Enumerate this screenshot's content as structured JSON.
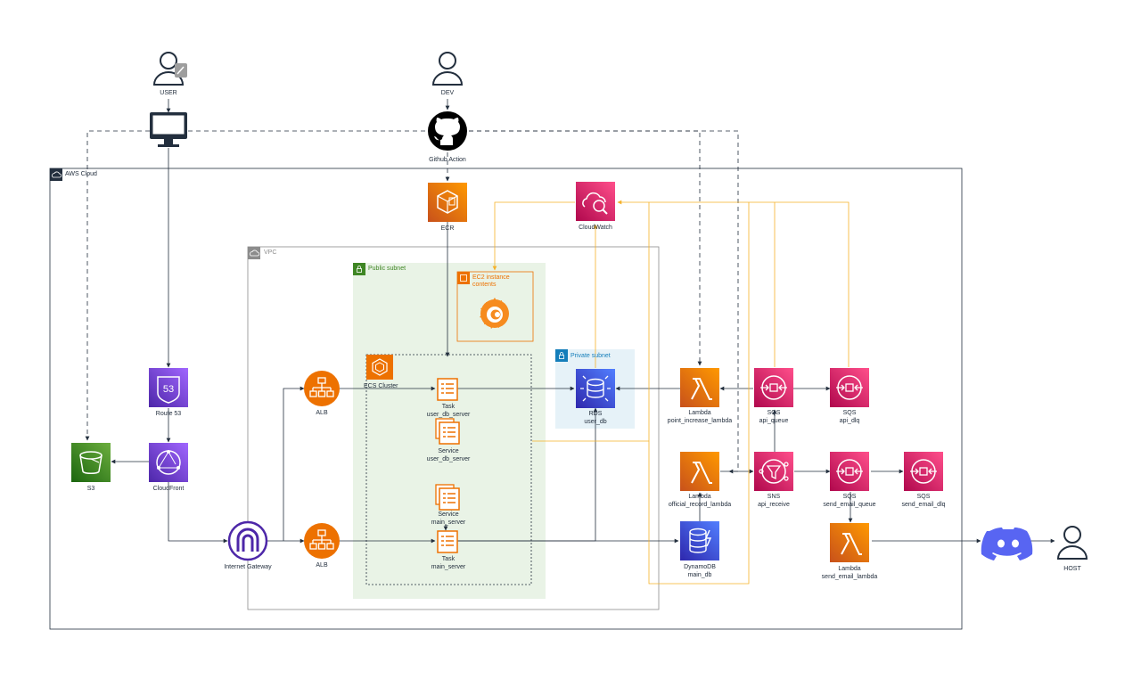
{
  "colors": {
    "compute": "#ed7100",
    "network": "#8c4fff",
    "storage": "#3f8624",
    "database": "#3b48cc",
    "app_integration": "#e7157b",
    "monitoring": "#e7157b",
    "orange_line": "#f5b229",
    "dark_line": "#232f3e",
    "public_subnet_fill": "#e9f3e6",
    "private_subnet_fill": "#e6f2f8",
    "discord": "#5865f2"
  },
  "groups": {
    "aws_cloud": "AWS Cloud",
    "vpc": "VPC",
    "public_subnet": "Public subnet",
    "private_subnet": "Private subnet",
    "ecs_cluster": "ECS Cluster",
    "ec2_contents": "EC2 instance\ncontents"
  },
  "nodes": {
    "user": "USER",
    "dev": "DEV",
    "github": "Github Action",
    "ecr": "ECR",
    "cloudwatch": "CloudWatch",
    "route53": "Route 53",
    "s3": "S3",
    "cloudfront": "CloudFront",
    "igw": "Internet Gateway",
    "alb_top": "ALB",
    "alb_bottom": "ALB",
    "task_user_db": "Task\nuser_db_server",
    "service_user_db": "Service\nuser_db_server",
    "service_main": "Service\nmain_server",
    "task_main": "Task\nmain_server",
    "rds": "RDS\nuser_db",
    "lambda_point": "Lambda\npoint_increase_lambda",
    "lambda_official": "Lambda\nofficial_record_lambda",
    "dynamodb": "DynamoDB\nmain_db",
    "sqs_api_queue": "SQS\napi_queue",
    "sqs_api_dlq": "SQS\napi_dlq",
    "sns": "SNS\napi_receive",
    "sqs_send_email_queue": "SQS\nsend_email_queue",
    "sqs_send_email_dlq": "SQS\nsend_email_dlq",
    "lambda_send_email": "Lambda\nsend_email_lambda",
    "host": "HOST"
  },
  "icons": {
    "user": "user-icon",
    "dev": "user-icon",
    "monitor": "monitor-icon",
    "github": "github-icon",
    "ecr": "ecr-icon",
    "cloudwatch": "cloudwatch-icon",
    "route53": "route53-icon",
    "s3": "s3-bucket-icon",
    "cloudfront": "cloudfront-icon",
    "igw": "internet-gateway-icon",
    "alb": "load-balancer-icon",
    "ecs_task": "ecs-task-icon",
    "ecs_service": "ecs-service-icon",
    "rds": "rds-icon",
    "lambda": "lambda-icon",
    "dynamodb": "dynamodb-icon",
    "sqs": "sqs-icon",
    "sns": "sns-icon",
    "grafana": "grafana-icon",
    "discord": "discord-icon",
    "host": "user-icon"
  }
}
